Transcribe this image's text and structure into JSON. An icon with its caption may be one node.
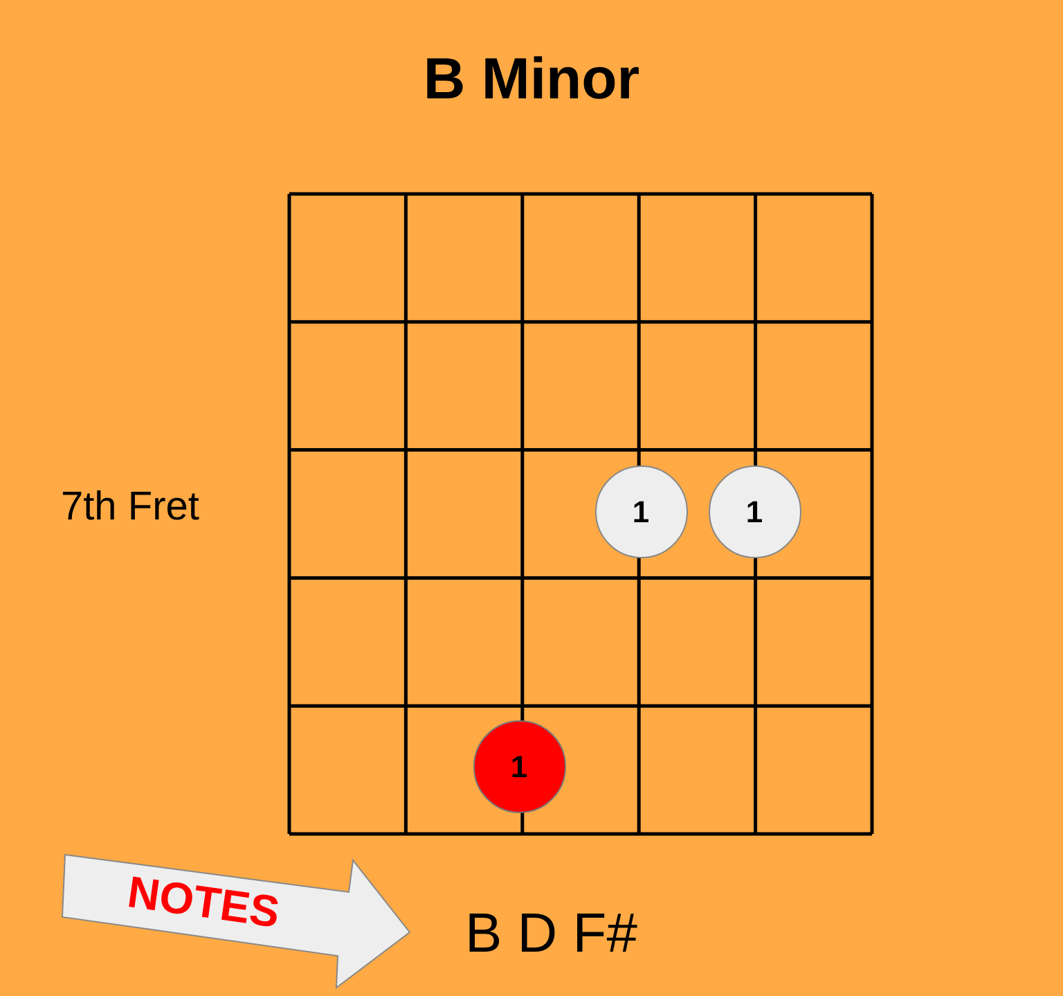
{
  "diagram": {
    "title": "B Minor",
    "nodes": [
      {
        "text": [
          "1"
        ]
      },
      {
        "text": [
          "1"
        ]
      },
      {
        "text": [
          "1"
        ]
      },
      {
        "text": [
          "NOTES"
        ]
      }
    ],
    "labels": [
      "7th Fret",
      "B D F#"
    ]
  }
}
